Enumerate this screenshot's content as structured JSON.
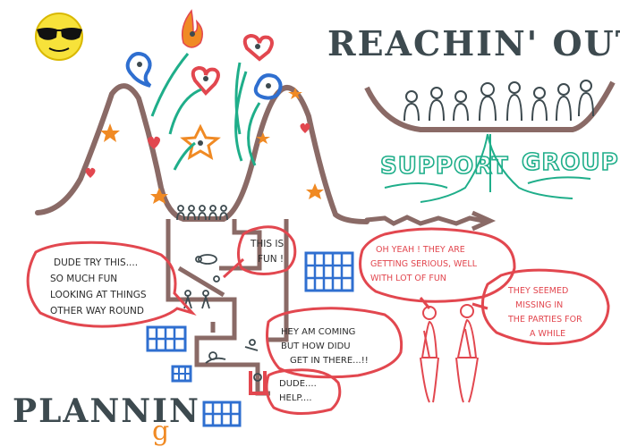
{
  "title": "REACHIN' OUT",
  "subtitle": "PLANNIN",
  "subtitle_suffix": "g",
  "support_group": {
    "left": "SUPPORT",
    "right": "GROUP"
  },
  "bubbles": {
    "dude_try": [
      "DUDE TRY THIS....",
      "SO MUCH FUN",
      "LOOKING AT THINGS",
      "OTHER WAY ROUND"
    ],
    "this_is_fun": [
      "THIS IS",
      "FUN !"
    ],
    "hey_coming": [
      "HEY AM COMING",
      "BUT HOW DIDU",
      "GET IN THERE...!!"
    ],
    "dude_help": [
      "DUDE....",
      "HELP...."
    ],
    "oh_yeah": [
      "OH YEAH ! THEY ARE",
      "GETTING SERIOUS, WELL",
      "WITH LOT OF FUN"
    ],
    "missing": [
      "THEY SEEMED",
      "MISSING IN",
      "THE PARTIES FOR",
      "A WHILE"
    ]
  },
  "colors": {
    "path": "#8a6a66",
    "red": "#e2474f",
    "teal": "#1fae8a",
    "blue": "#2f6fd0",
    "orange": "#f08a24",
    "dark": "#3d4a4f"
  },
  "icons": [
    "sunglasses-smiley-icon",
    "flame-icon",
    "heart-icon",
    "star-icon",
    "arrow-icon",
    "calendar-grid-icon"
  ]
}
